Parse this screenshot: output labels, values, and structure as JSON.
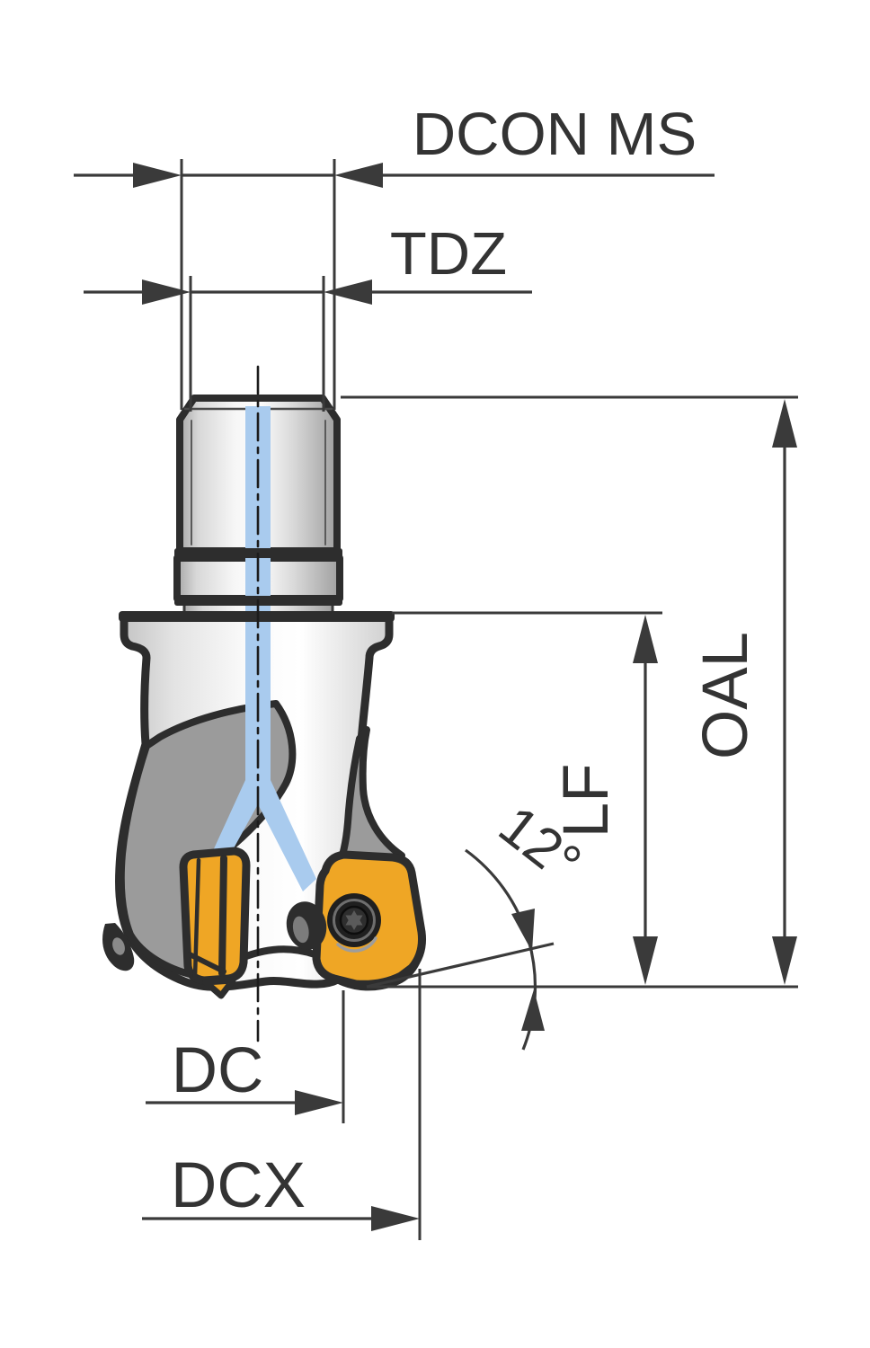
{
  "diagram": {
    "title": "milling-cutter-dimension-drawing",
    "labels": {
      "dcon": "DCON MS",
      "tdz": "TDZ",
      "oal": "OAL",
      "lf": "LF",
      "angle": "12°",
      "dc": "DC",
      "dcx": "DCX"
    },
    "colors": {
      "outline": "#2d2d2d",
      "dimension": "#3a3a3a",
      "label": "#333333",
      "insert": "#efa625",
      "coolant": "#a9cbee",
      "flute": "#9b9b9b"
    }
  }
}
